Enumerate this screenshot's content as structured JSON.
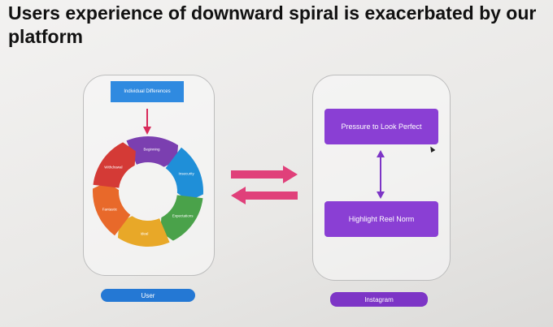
{
  "slide": {
    "title": "Users experience of downward spiral is exacerbated by our platform"
  },
  "user_panel": {
    "top_box": "Individual Differences",
    "cycle_stages": [
      {
        "label": "Beginning",
        "color": "#7b3fb0"
      },
      {
        "label": "Insecurity",
        "color": "#1f8fd8"
      },
      {
        "label": "Expectations",
        "color": "#4aa24a"
      },
      {
        "label": "Ideal",
        "color": "#e8a828"
      },
      {
        "label": "Fantastic",
        "color": "#e8692a"
      },
      {
        "label": "Withdrawal",
        "color": "#d43a36"
      }
    ],
    "label": "User",
    "color": "#2478d4"
  },
  "instagram_panel": {
    "top_box": "Pressure to Look Perfect",
    "bottom_box": "Highlight Reel Norm",
    "label": "Instagram",
    "color": "#8a3fd4"
  },
  "colors": {
    "exchange_arrows": "#e0407a",
    "vertical_arrow": "#7d35c6",
    "down_arrow": "#d82a5a"
  }
}
